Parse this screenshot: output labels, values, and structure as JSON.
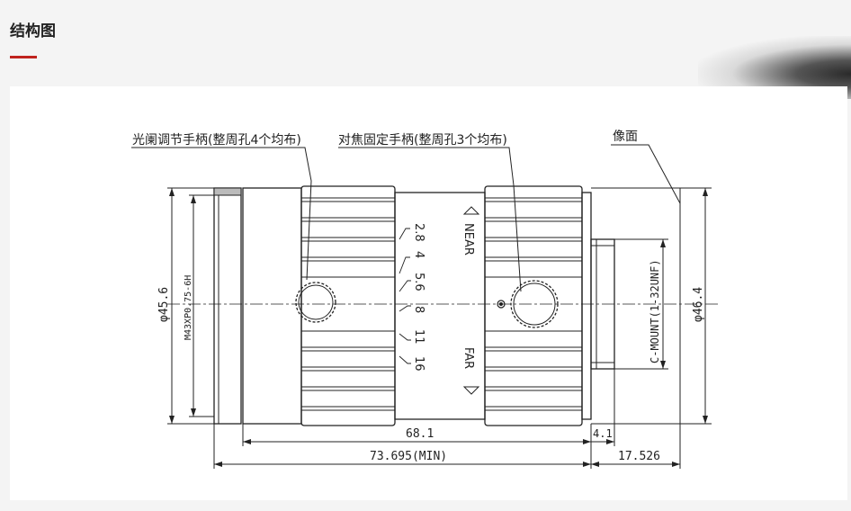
{
  "section": {
    "title": "结构图"
  },
  "colors": {
    "accent": "#c0231e",
    "line": "#222222"
  },
  "drawing": {
    "callouts": {
      "aperture": "光阑调节手柄(整周孔4个均布)",
      "focus": "对焦固定手柄(整周孔3个均布)",
      "image_plane": "像面"
    },
    "markings": {
      "near": "NEAR",
      "far": "FAR",
      "f_stops": [
        "2.8",
        "4",
        "5.6",
        "8",
        "11",
        "16"
      ]
    },
    "dimensions": {
      "outer_dia_left": "φ45.6",
      "thread": "M43XP0.75-6H",
      "outer_dia_right": "φ46.4",
      "mount": "C-MOUNT(1-32UNF)",
      "length_body": "68.1",
      "length_min": "73.695(MIN)",
      "flange": "4.1",
      "back_focus": "17.526"
    }
  }
}
